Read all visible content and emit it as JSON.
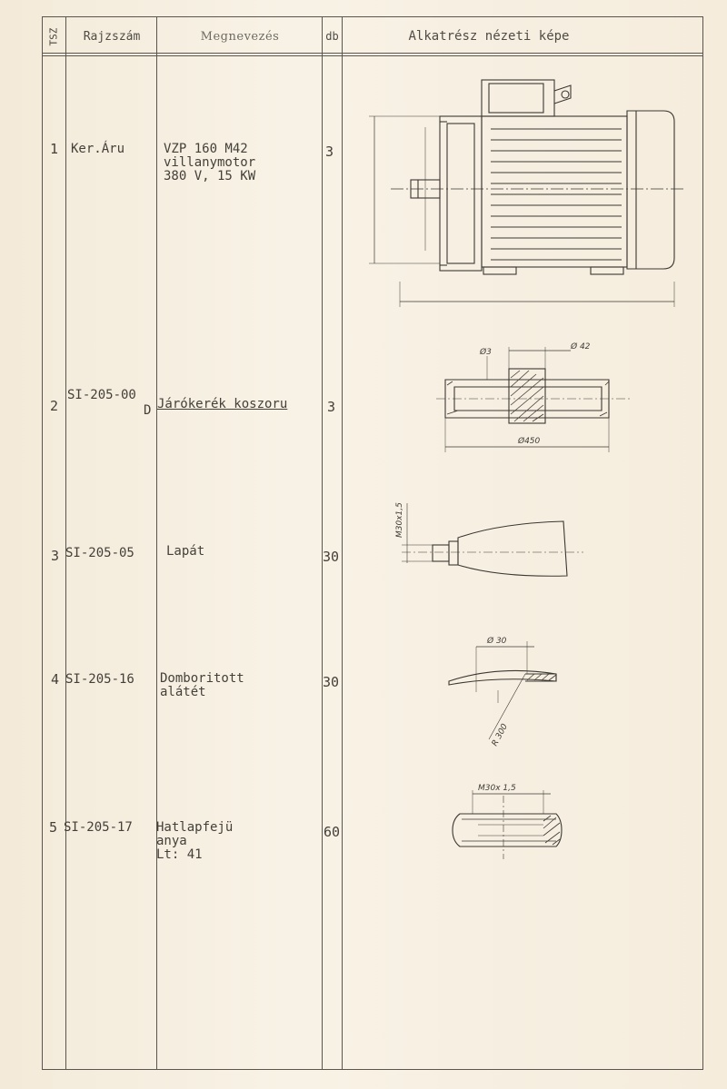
{
  "header": {
    "tsz": "TSZ",
    "rajzszam": "Rajzszám",
    "megnevezes": "Megnevezés",
    "db": "db",
    "nezet": "Alkatrész nézeti képe"
  },
  "rows": [
    {
      "tsz": "1",
      "rajzszam": "Ker.Áru",
      "rajzszam_extra": "",
      "megnevezes": "VZP 160 M42\nvillanymotor\n380 V, 15 KW",
      "db": "3"
    },
    {
      "tsz": "2",
      "rajzszam": "SI-205-00",
      "rajzszam_extra": "D",
      "megnevezes": "Járókerék koszoru",
      "db": "3"
    },
    {
      "tsz": "3",
      "rajzszam": "SI-205-05",
      "rajzszam_extra": "",
      "megnevezes": "Lapát",
      "db": "30"
    },
    {
      "tsz": "4",
      "rajzszam": "SI-205-16",
      "rajzszam_extra": "",
      "megnevezes": "Domboritott\nalátét",
      "db": "30"
    },
    {
      "tsz": "5",
      "rajzszam": "SI-205-17",
      "rajzszam_extra": "",
      "megnevezes": "Hatlapfejü\nanya\nLt: 41",
      "db": "60"
    }
  ],
  "dimensions": {
    "wheel_small": "Ø3",
    "wheel_hub": "Ø 42",
    "wheel_outer": "Ø450",
    "blade_thread": "M30x1,5",
    "washer_d": "Ø 30",
    "washer_r": "R 300",
    "nut_thread": "M30x 1,5"
  }
}
